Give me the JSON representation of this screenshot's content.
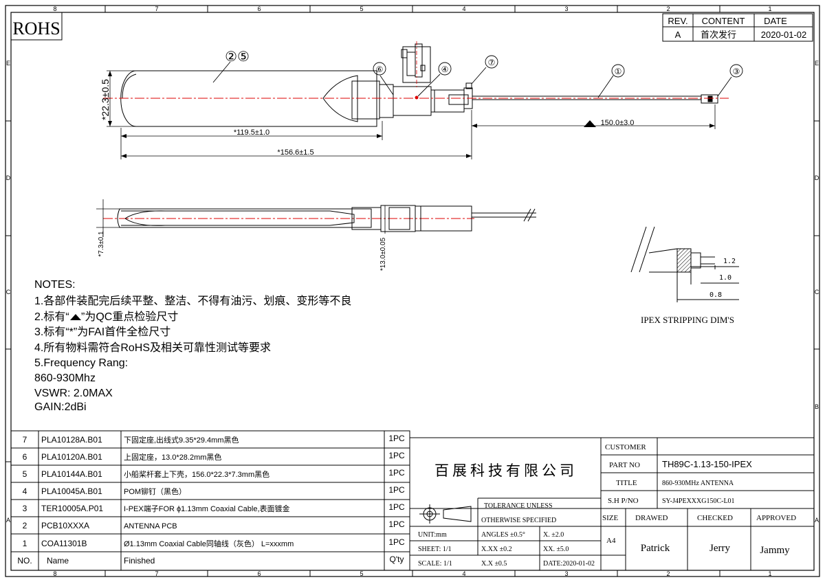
{
  "title_block_text": {
    "rohs": "ROHS",
    "rev_header": "REV.",
    "content_header": "CONTENT",
    "date_header": "DATE",
    "rev_value": "A",
    "content_value": "首次发行",
    "date_value": "2020-01-02"
  },
  "grid": {
    "columns": [
      "8",
      "7",
      "6",
      "5",
      "4",
      "3",
      "2",
      "1"
    ],
    "rows": [
      "E",
      "D",
      "C",
      "B",
      "A"
    ]
  },
  "callouts": {
    "c25": "②⑤",
    "c6": "⑥",
    "c4": "④",
    "c7": "⑦",
    "c1": "①",
    "c3": "③"
  },
  "dims": {
    "height": "*22.3±0.5",
    "len119": "*119.5±1.0",
    "len156": "*156.6±1.5",
    "len150": "150.0±3.0",
    "thick": "*7.3±0.1",
    "dia": "*13.0±0.05"
  },
  "stripping": {
    "title": "IPEX STRIPPING DIM'S",
    "d1": "1.2",
    "d2": "1.0",
    "d3": "0.8"
  },
  "notes": {
    "heading": "NOTES:",
    "n1": "1.各部件装配完后续平整、整洁、不得有油污、划痕、变形等不良",
    "n2a": "2.标有“",
    "n2b": "”为QC重点检验尺寸",
    "n3": "3.标有“*”为FAI首件全检尺寸",
    "n4": "4.所有物料需符合RoHS及相关可靠性测试等要求",
    "n5": "5.Frequency Rang:",
    "n6": "860-930Mhz",
    "n7": "VSWR: 2.0MAX",
    "n8": "GAIN:2dBi"
  },
  "bom": {
    "rows": [
      {
        "no": "7",
        "pn": "PLA10128A.B01",
        "desc": "下固定座,出线式9.35*29.4mm黑色",
        "qty": "1PC"
      },
      {
        "no": "6",
        "pn": "PLA10120A.B01",
        "desc": "上固定座，13.0*28.2mm黑色",
        "qty": "1PC"
      },
      {
        "no": "5",
        "pn": "PLA10144A.B01",
        "desc": "小船桨杆套上下壳，156.0*22.3*7.3mm黑色",
        "qty": "1PC"
      },
      {
        "no": "4",
        "pn": "PLA10045A.B01",
        "desc": "POM铆钉（黑色）",
        "qty": "1PC"
      },
      {
        "no": "3",
        "pn": "TER10005A.P01",
        "desc": "I-PEX端子FOR ϕ1.13mm Coaxial Cable,表面镀金",
        "qty": "1PC"
      },
      {
        "no": "2",
        "pn": "PCB10XXXA",
        "desc": "ANTENNA PCB",
        "qty": "1PC"
      },
      {
        "no": "1",
        "pn": "COA11301B",
        "desc": "Ø1.13mm Coaxial Cable同轴线（灰色） L=xxxmm",
        "qty": "1PC"
      }
    ],
    "header": {
      "no": "NO.",
      "pn": "Name",
      "desc": "Finished",
      "qty": "Q'ty"
    }
  },
  "title_block": {
    "company": "百展科技有限公司",
    "customer_label": "CUSTOMER",
    "customer_value": "",
    "partno_label": "PART NO",
    "partno_value": "TH89C-1.13-150-IPEX",
    "title_label": "TITLE",
    "title_value": "860-930MHz ANTENNA",
    "shpn_label": "S.H P/NO",
    "shpn_value": "SY-J4PEXXXG150C-L01",
    "tol1": "TOLERANCE UNLESS",
    "tol2": "OTHERWISE SPECIFIED",
    "unit": "UNIT:mm",
    "angles": "ANGLES  ±0.5°",
    "x": "X.    ±2.0",
    "sheet": "SHEET:  1/1",
    "xxx": "X.XX  ±0.2",
    "xx": "XX.   ±5.0",
    "scale": "SCALE:  1/1",
    "xx2": "X.X   ±0.5",
    "date": "DATE:2020-01-02",
    "size_label": "SIZE",
    "size_value": "A4",
    "drawn_label": "DRAWED",
    "checked_label": "CHECKED",
    "approved_label": "APPROVED",
    "drawn_value": "Patrick",
    "checked_value": "Jerry",
    "approved_value": "Jammy"
  }
}
